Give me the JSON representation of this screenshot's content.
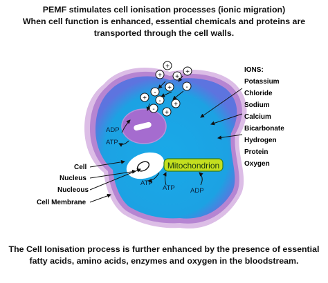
{
  "header": {
    "line1": "PEMF stimulates cell ionisation processes (ionic migration)",
    "line2": "When cell function is enhanced, essential chemicals and proteins are",
    "line3": "transported through the cell walls."
  },
  "ions_list": {
    "title": "IONS:",
    "items": [
      "Potassium",
      "Chloride",
      "Sodium",
      "Calcium",
      "Bicarbonate",
      "Hydrogen",
      "Protein",
      "Oxygen"
    ]
  },
  "cell_labels": {
    "cell": "Cell",
    "nucleus": "Nucleus",
    "nucleous": "Nucleous",
    "membrane": "Cell Membrane"
  },
  "inner_labels": {
    "adp_top": "ADP",
    "atp_top": "ATP",
    "mitochondrion": "Mitochondrion",
    "atp_nucleus": "ATP",
    "atp_bottom": "ATP",
    "adp_bottom": "ADP"
  },
  "ion_symbols": {
    "plus": "+",
    "minus": "-"
  },
  "footer": {
    "line1": "The Cell Ionisation process is further enhanced by the presence of essential",
    "line2": "fatty acids, amino acids, enzymes and oxygen in the bloodstream."
  },
  "colors": {
    "membrane_outer": "#d9b7e3",
    "membrane_mid": "#b27fd0",
    "cytoplasm_edge": "#7a6fe0",
    "cytoplasm": "#1aa8e6",
    "organelle": "#a86fd0",
    "mitochondrion_fill": "#c6e21e",
    "mitochondrion_border": "#2f7a24",
    "text": "#111111"
  }
}
